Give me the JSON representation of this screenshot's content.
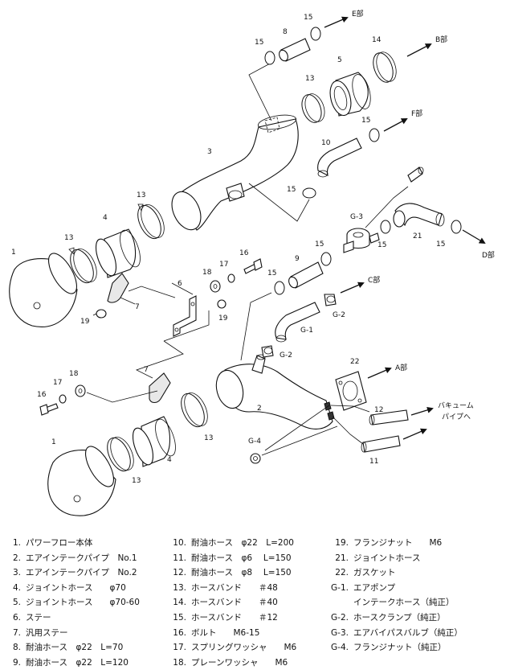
{
  "diagram": {
    "callouts": {
      "n1_top": "1",
      "n1_bottom": "1",
      "n2": "2",
      "n3": "3",
      "n4_top": "4",
      "n4_bottom": "4",
      "n5": "5",
      "n6": "6",
      "n7_top": "7",
      "n7_bottom": "7",
      "n8": "8",
      "n9": "9",
      "n10": "10",
      "n11": "11",
      "n12": "12",
      "n13_a": "13",
      "n13_b": "13",
      "n13_c": "13",
      "n13_d": "13",
      "n13_e": "13",
      "n14": "14",
      "n15_a": "15",
      "n15_b": "15",
      "n15_c": "15",
      "n15_d": "15",
      "n15_e": "15",
      "n15_f": "15",
      "n15_g": "15",
      "n16_top": "16",
      "n16_bottom": "16",
      "n17_top": "17",
      "n17_bottom": "17",
      "n18_top": "18",
      "n18_bottom": "18",
      "n19_top": "19",
      "n19_bottom": "19",
      "n21": "21",
      "n22": "22",
      "g1": "G-1",
      "g2_a": "G-2",
      "g2_b": "G-2",
      "g3": "G-3",
      "g4": "G-4"
    },
    "sections": {
      "a": "A部",
      "b": "B部",
      "c": "C部",
      "d": "D部",
      "e": "E部",
      "f": "F部"
    },
    "vacuum_line1": "バキューム",
    "vacuum_line2": "パイプへ"
  },
  "legend": {
    "col1": [
      {
        "num": "1.",
        "text": "パワーフロー本体"
      },
      {
        "num": "2.",
        "text": "エアインテークパイプ　No.1"
      },
      {
        "num": "3.",
        "text": "エアインテークパイプ　No.2"
      },
      {
        "num": "4.",
        "text": "ジョイントホース　　φ70"
      },
      {
        "num": "5.",
        "text": "ジョイントホース　　φ70-60"
      },
      {
        "num": "6.",
        "text": "ステー"
      },
      {
        "num": "7.",
        "text": "汎用ステー"
      },
      {
        "num": "8.",
        "text": "耐油ホース　φ22　L=70"
      },
      {
        "num": "9.",
        "text": "耐油ホース　φ22　L=120"
      }
    ],
    "col2": [
      {
        "num": "10.",
        "text": "耐油ホース　φ22　L=200"
      },
      {
        "num": "11.",
        "text": "耐油ホース　φ6　 L=150"
      },
      {
        "num": "12.",
        "text": "耐油ホース　φ8　 L=150"
      },
      {
        "num": "13.",
        "text": "ホースバンド　　＃48"
      },
      {
        "num": "14.",
        "text": "ホースバンド　　＃40"
      },
      {
        "num": "15.",
        "text": "ホースバンド　　＃12"
      },
      {
        "num": "16.",
        "text": "ボルト　　M6-15"
      },
      {
        "num": "17.",
        "text": "スプリングワッシャ　　M6"
      },
      {
        "num": "18.",
        "text": "プレーンワッシャ　　M6"
      }
    ],
    "col3": [
      {
        "num": "19.",
        "text": "フランジナット　　M6"
      },
      {
        "num": "21.",
        "text": "ジョイントホース"
      },
      {
        "num": "22.",
        "text": "ガスケット"
      },
      {
        "num": "G-1.",
        "text": "エアポンプ"
      },
      {
        "num": "",
        "text": "インテークホース（純正）"
      },
      {
        "num": "G-2.",
        "text": "ホースクランプ（純正）"
      },
      {
        "num": "G-3.",
        "text": "エアバイパスバルブ（純正）"
      },
      {
        "num": "G-4.",
        "text": "フランジナット（純正）"
      }
    ]
  }
}
